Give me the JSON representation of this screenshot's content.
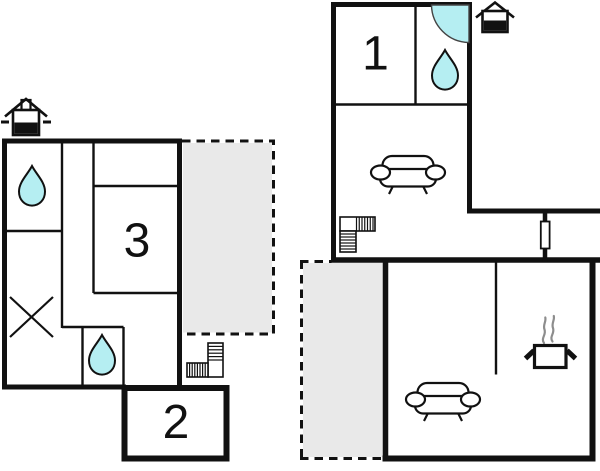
{
  "colors": {
    "background": "#ffffff",
    "wall": "#111111",
    "water_fill": "#b5eef2",
    "terrace_fill": "#e9e9e9",
    "steam": "#8d8d8d"
  },
  "rooms": {
    "r1": {
      "label": "1"
    },
    "r2": {
      "label": "2"
    },
    "r3": {
      "label": "3"
    }
  },
  "icons": {
    "house_left": "house-level-icon",
    "house_right": "house-level-icon",
    "water_drop": "water-drop-icon",
    "shower": "shower-icon",
    "stairs": "stairs-icon",
    "sofa": "sofa-icon",
    "stove_pot": "cooking-pot-icon",
    "cross": "cross-marker-icon"
  }
}
